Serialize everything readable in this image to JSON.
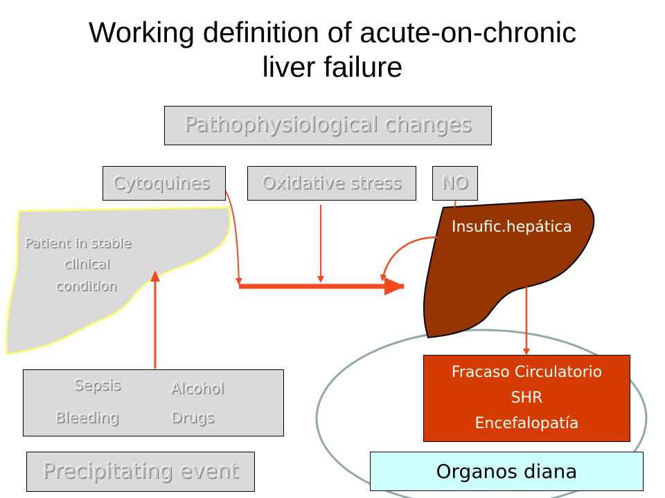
{
  "title_line1": "Working definition of acute-on-chronic",
  "title_line2": "liver failure",
  "pathophysiological": "Pathophysiological  changes",
  "mediators": {
    "cytoquines": "Cytoquines",
    "oxidative": "Oxidative stress",
    "no": "NO"
  },
  "stable_liver": {
    "line1": "Patient in stable",
    "line2": "clinical",
    "line3": "condition"
  },
  "events": {
    "sepsis": "Sepsis",
    "alcohol": "Alcohol",
    "bleeding": "Bleeding",
    "drugs": "Drugs"
  },
  "precipitating": "Precipitating  event",
  "insufic": "Insufic.hepática",
  "failures": {
    "line1": "Fracaso Circulatorio",
    "line2": "SHR",
    "line3": "Encefalopatía"
  },
  "organos": "Organos diana",
  "colors": {
    "arrow": "#f04a1e",
    "liver_failed": "#973500",
    "liver_stable": "#d9d9d9",
    "liver_stable_outline": "#ffff66",
    "failure_box": "#d63b00",
    "organos_box": "#ccffff",
    "ellipse": "#8fa8a8"
  }
}
